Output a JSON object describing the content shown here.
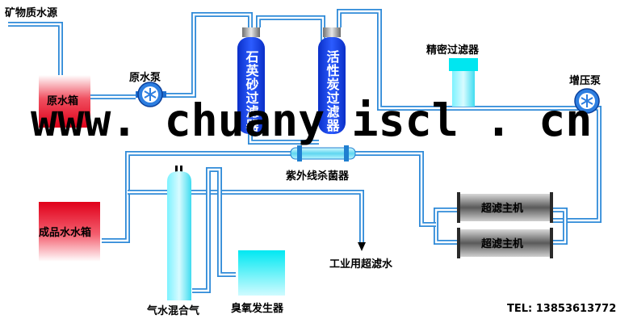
{
  "labels": {
    "source": "矿物质水源",
    "raw_tank": "原水箱",
    "raw_pump": "原水泵",
    "quartz_filter": "石英砂过滤器",
    "carbon_filter": "活性炭过滤器",
    "precision_filter": "精密过滤器",
    "booster_pump": "增压泵",
    "uv_sterilizer": "紫外线杀菌器",
    "uf_main_1": "超滤主机",
    "uf_main_2": "超滤主机",
    "product_tank": "成品水水箱",
    "gas_water_mixer": "气水混合气",
    "ozone_generator": "臭氧发生器",
    "industrial_uf_water": "工业用超滤水",
    "tel": "TEL: 13853613772",
    "watermark": "www. chuany iscl . cn"
  },
  "colors": {
    "pipe": "#2f8ad8",
    "tank_red": "#e8001a",
    "column_blue": "#1740e0",
    "cyan": "#00e6f0"
  }
}
